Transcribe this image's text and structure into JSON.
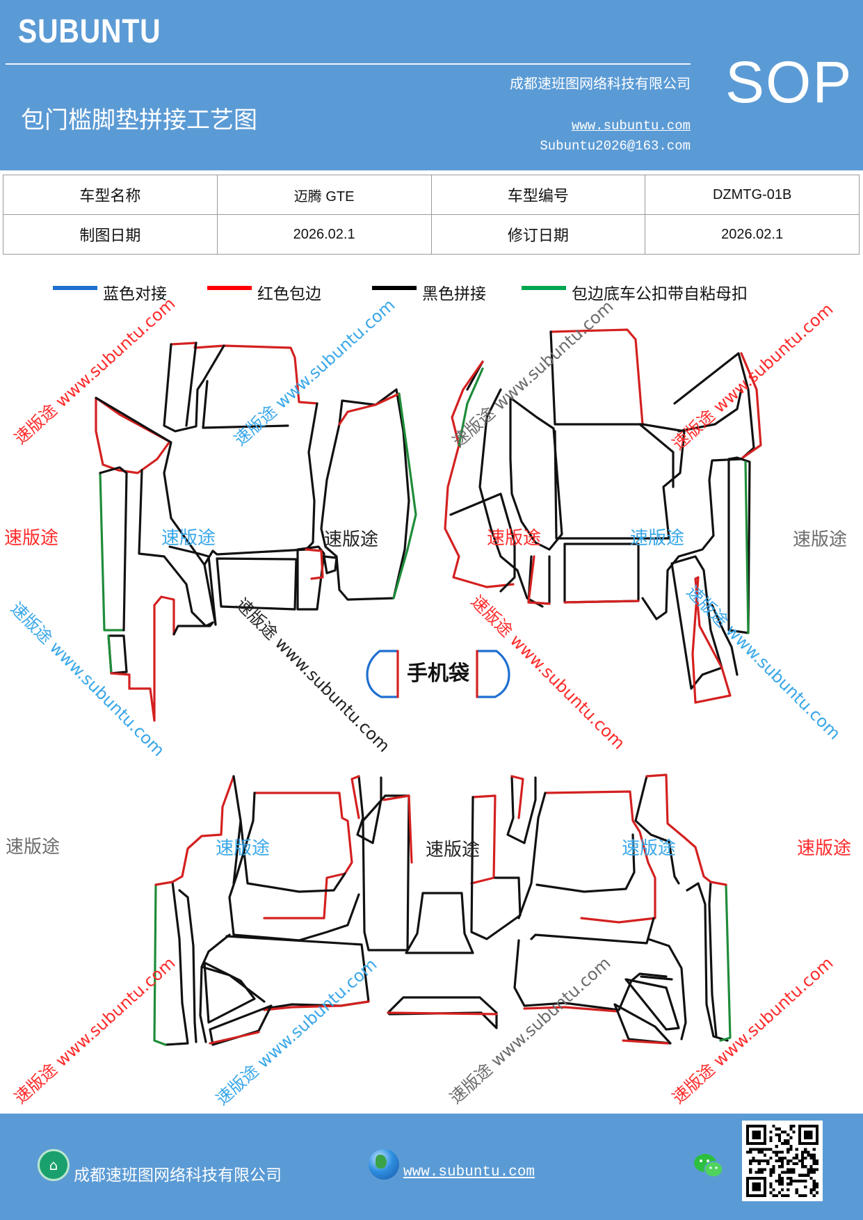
{
  "header": {
    "brand": "SUBUNTU",
    "company": "成都速班图网络科技有限公司",
    "doc_title": "包门槛脚垫拼接工艺图",
    "website": "www.subuntu.com",
    "email": "Subuntu2026@163.com",
    "sop": "SOP"
  },
  "info_table": {
    "row1": {
      "label1": "车型名称",
      "value1": "迈腾 GTE",
      "label2": "车型编号",
      "value2": "DZMTG-01B"
    },
    "row2": {
      "label1": "制图日期",
      "value1": "2026.02.1",
      "label2": "修订日期",
      "value2": "2026.02.1"
    }
  },
  "legend": [
    {
      "label": "蓝色对接",
      "color": "#1f6fd1"
    },
    {
      "label": "红色包边",
      "color": "#ff0000"
    },
    {
      "label": "黑色拼接",
      "color": "#000000"
    },
    {
      "label": "包边底车公扣带自粘母扣",
      "color": "#00a550"
    }
  ],
  "diagram": {
    "phone_bag": "手机袋",
    "stroke_colors": {
      "red": "#d42020",
      "green": "#1e8c3a",
      "black": "#111111",
      "blue": "#1f6fd1"
    }
  },
  "watermarks": {
    "plain": "速版途",
    "diagonal": "速版途 www.subuntu.com",
    "colors": {
      "red": "#ff2a2a",
      "blue": "#39a7e8",
      "gray": "#6b6b6b"
    }
  },
  "footer": {
    "company": "成都速班图网络科技有限公司",
    "website": "www.subuntu.com",
    "icons": [
      "home-icon",
      "globe-icon",
      "wechat-icon",
      "qr-code"
    ]
  }
}
